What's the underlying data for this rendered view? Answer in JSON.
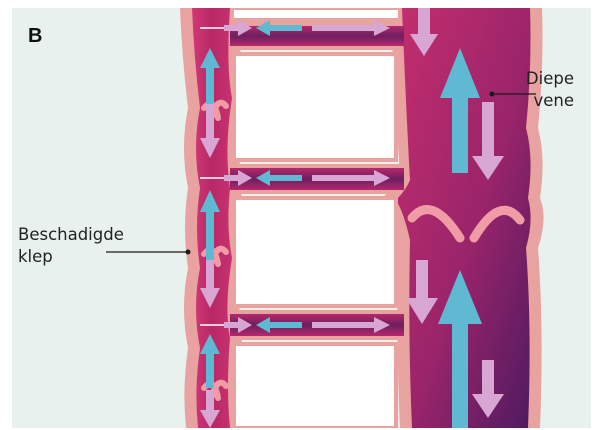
{
  "panel_label": "B",
  "labels": {
    "deep_vein": {
      "line1": "Diepe",
      "line2": "vene"
    },
    "damaged_valve": {
      "line1": "Beschadigde",
      "line2": "klep"
    }
  },
  "colors": {
    "background": "#e8f1ee",
    "vein_light": "#c4306b",
    "vein_dark": "#5c1c63",
    "vessel_wall": "#e8a2a0",
    "valve": "#f09ca6",
    "arrow_blue": "#5fb9d3",
    "arrow_pink": "#d7a6d3"
  }
}
